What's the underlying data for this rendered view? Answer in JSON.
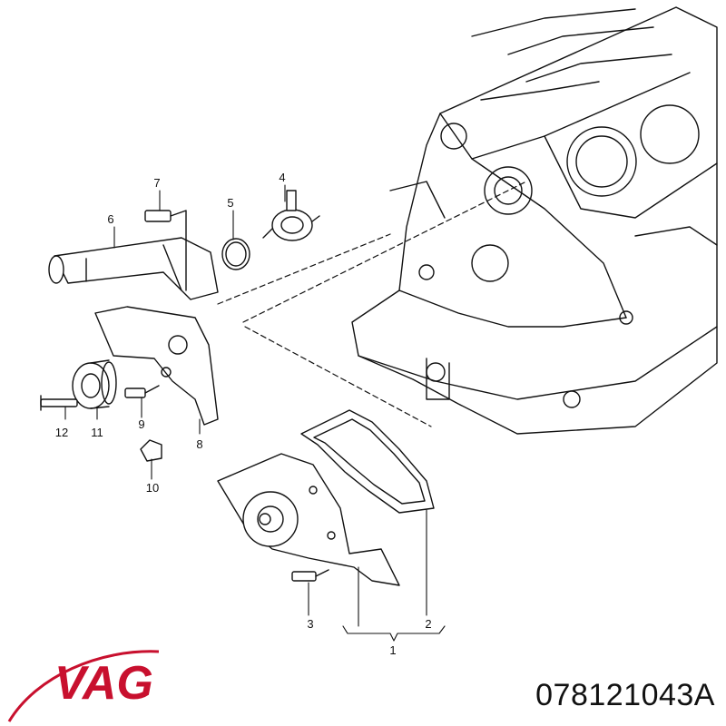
{
  "callouts": [
    "1",
    "2",
    "3",
    "4",
    "5",
    "6",
    "7",
    "8",
    "9",
    "10",
    "11",
    "12"
  ],
  "brand": {
    "name": "VAG",
    "color": "#c8102e"
  },
  "part_number": "078121043A"
}
